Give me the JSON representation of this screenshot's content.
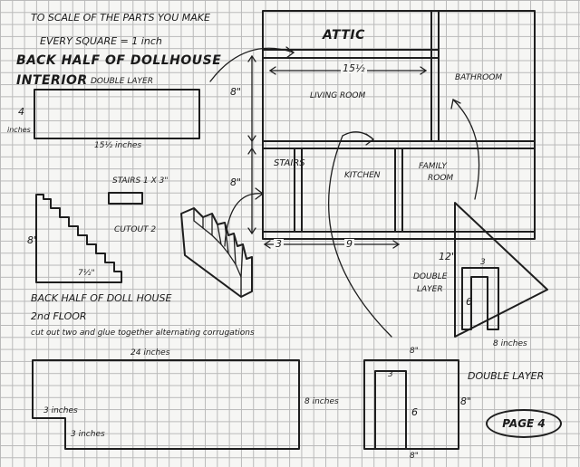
{
  "notes": {
    "line1": "TO SCALE OF THE PARTS YOU MAKE",
    "line2": "EVERY SQUARE = 1 inch",
    "line3": "BACK HALF OF DOLLHOUSE",
    "line4": "INTERIOR",
    "line4b": "DOUBLE LAYER",
    "floor2_l1": "BACK HALF OF DOLL HOUSE",
    "floor2_l2": "2nd FLOOR",
    "floor2_l3": "cut out two and glue together alternating corrugations"
  },
  "rooms": {
    "attic": "ATTIC",
    "living": "LIVING ROOM",
    "bathroom": "BATHROOM",
    "stairs": "STAIRS",
    "kitchen": "KITCHEN",
    "family1": "FAMILY",
    "family2": "ROOM"
  },
  "dims": {
    "panel_h": "4",
    "panel_unit": "inches",
    "panel_w": "15½ inches",
    "plan_top": "15½",
    "plan_h1": "8\"",
    "plan_h2": "8\"",
    "plan_b1": "3",
    "plan_b2": "9",
    "stairs_label": "STAIRS 1 X 3\"",
    "side_h": "8\"",
    "side_w": "7½\"",
    "cutout": "CUTOUT 2",
    "tri_h": "12\"",
    "tri_dl1": "DOUBLE",
    "tri_dl2": "LAYER",
    "slab_w": "24 inches",
    "slab_h": "8 inches",
    "slab_notch_a": "3 inches",
    "slab_notch_b": "3 inches",
    "l_top": "3",
    "l_side": "6",
    "l_bottom": "8 inches",
    "u_top": "8\"",
    "u_inner_top": "3",
    "u_inner_side": "6",
    "u_right": "8\"",
    "u_bottom": "8\"",
    "u_double": "DOUBLE LAYER"
  },
  "footer": {
    "page": "PAGE 4"
  }
}
